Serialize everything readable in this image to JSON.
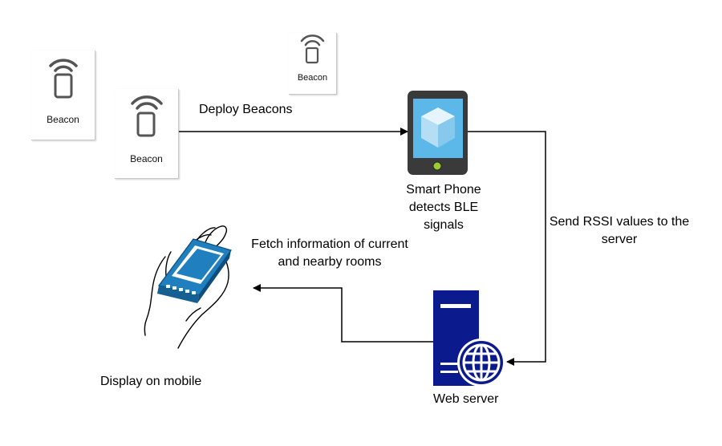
{
  "diagram": {
    "beacons": [
      {
        "label": "Beacon"
      },
      {
        "label": "Beacon"
      },
      {
        "label": "Beacon"
      }
    ],
    "edges": {
      "deploy": "Deploy Beacons",
      "send_rssi": "Send RSSI values to the server",
      "fetch": "Fetch information of current and nearby rooms"
    },
    "nodes": {
      "smartphone": "Smart Phone detects BLE signals",
      "web_server": "Web server",
      "display": "Display on mobile"
    },
    "colors": {
      "line": "#000000",
      "phone_body": "#3a3a3a",
      "phone_screen": "#5bb8e8",
      "server_blue": "#0b1a8c",
      "handheld_blue": "#1f7fbf",
      "beacon_icon": "#555555"
    }
  }
}
